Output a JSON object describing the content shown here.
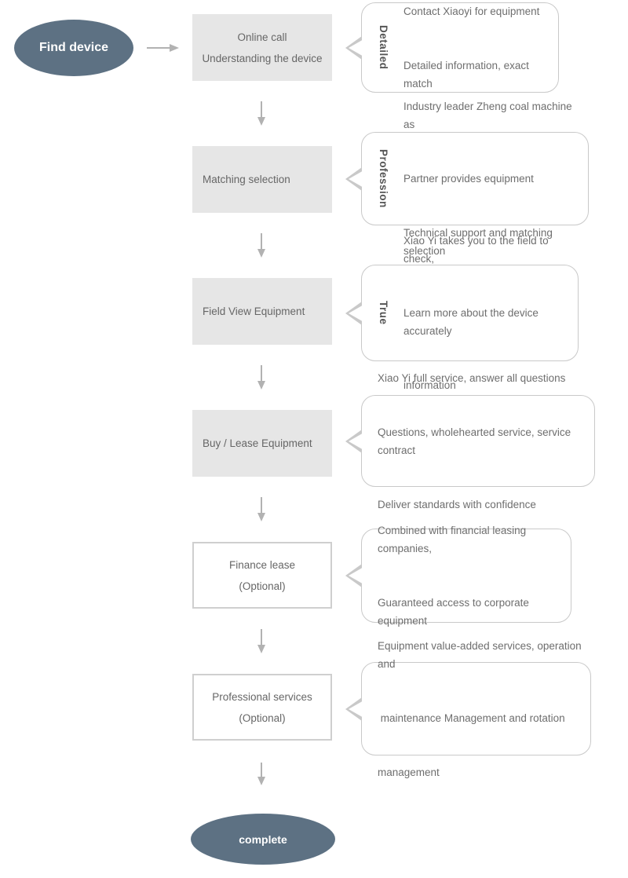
{
  "flow": {
    "start": {
      "label": "Find device"
    },
    "end": {
      "label": "complete"
    },
    "colors": {
      "node_accent": "#5d7183",
      "box_fill": "#e6e6e6",
      "box_outline": "#cfcfcf",
      "bubble_border": "#c9c9c9",
      "text_gray": "#6e6e6e",
      "arrow_gray": "#b2b2b2",
      "node_text": "#ffffff"
    },
    "steps": [
      {
        "box": {
          "lines": [
            "Online call",
            "Understanding the device"
          ]
        },
        "bubble": {
          "tag": "Detailed",
          "lines": [
            "Contact Xiaoyi for equipment",
            "Detailed information, exact match"
          ]
        }
      },
      {
        "box": {
          "lines": [
            "Matching selection"
          ]
        },
        "bubble": {
          "tag": "Profession",
          "lines": [
            "Industry leader Zheng coal machine as",
            "Partner provides equipment",
            "Technical support and matching selection"
          ]
        }
      },
      {
        "box": {
          "lines": [
            "Field View Equipment"
          ]
        },
        "bubble": {
          "tag": "True",
          "lines": [
            "Xiao Yi takes you to the field to check,",
            "Learn more about the device accurately",
            "information"
          ]
        }
      },
      {
        "box": {
          "lines": [
            "Buy / Lease Equipment"
          ]
        },
        "bubble": {
          "tag": "",
          "lines": [
            "Xiao Yi full service, answer all questions",
            "Questions, wholehearted service, service contract",
            "Deliver standards with confidence"
          ]
        }
      },
      {
        "box": {
          "lines": [
            "Finance lease",
            "(Optional)"
          ]
        },
        "bubble": {
          "tag": "",
          "lines": [
            "Combined with financial leasing companies,",
            "Guaranteed access to corporate equipment"
          ]
        }
      },
      {
        "box": {
          "lines": [
            "Professional services",
            "(Optional)"
          ]
        },
        "bubble": {
          "tag": "",
          "lines": [
            "Equipment value-added services, operation and",
            " maintenance Management and rotation",
            "management"
          ]
        }
      }
    ]
  }
}
